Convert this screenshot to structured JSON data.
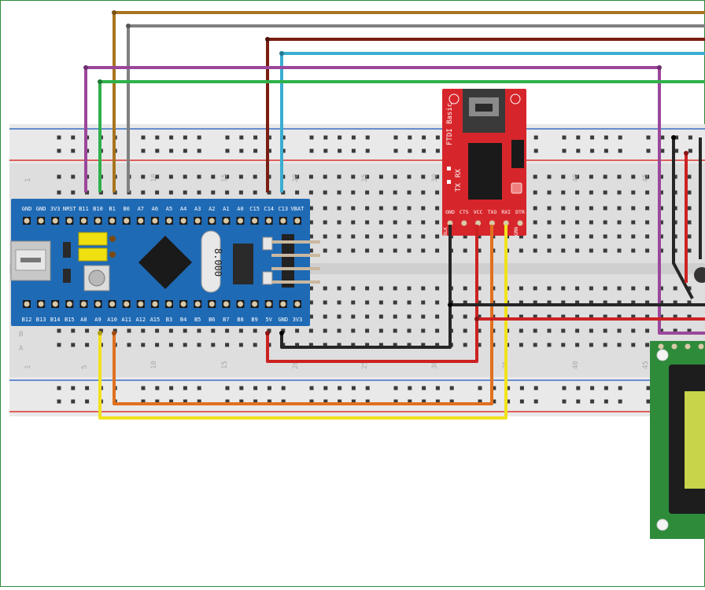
{
  "colors": {
    "breadboard": "#dcdcdc",
    "rail_red": "#d9342b",
    "rail_blue": "#3b6fc4",
    "board_blue": "#1f6ab5",
    "ftdi_red": "#d7262b",
    "lcd_green": "#2e8b3a",
    "lcd_screen": "#c6d54a",
    "wire_brown": "#a8741f",
    "wire_gray": "#808080",
    "wire_darkred": "#7a1d12",
    "wire_cyan": "#3aaed0",
    "wire_purple": "#9b479b",
    "wire_green": "#2fb04a",
    "wire_black": "#262626",
    "wire_red": "#cc2222",
    "wire_orange": "#e07020",
    "wire_yellow": "#f2e21a"
  },
  "breadboard": {
    "column_numbers_top": [
      "1",
      "10",
      "15",
      "20",
      "25",
      "30",
      "35",
      "40",
      "45"
    ],
    "column_numbers_bottom": [
      "1",
      "5",
      "10",
      "15",
      "20",
      "25",
      "30",
      "35",
      "40",
      "45"
    ],
    "row_letters": [
      "B",
      "A"
    ]
  },
  "stm32_board": {
    "top_pins": [
      "GND",
      "GND",
      "3V3",
      "NRST",
      "B11",
      "B10",
      "B1",
      "B0",
      "A7",
      "A6",
      "A5",
      "A4",
      "A3",
      "A2",
      "A1",
      "A0",
      "C15",
      "C14",
      "C13",
      "VBAT"
    ],
    "bottom_pins": [
      "B12",
      "B13",
      "B14",
      "B15",
      "A8",
      "A9",
      "A10",
      "A11",
      "A12",
      "A15",
      "B3",
      "B4",
      "B5",
      "B6",
      "B7",
      "B8",
      "B9",
      "5V",
      "GND",
      "3V3"
    ],
    "crystal_label": "8.000"
  },
  "ftdi": {
    "title": "FTDI Basic",
    "tx_label": "TX",
    "rx_label": "RX",
    "pins": [
      "GND",
      "CTS",
      "VCC",
      "TXO",
      "RXI",
      "DTR"
    ],
    "blk_label": "BLK",
    "grn_label": "GRN"
  }
}
